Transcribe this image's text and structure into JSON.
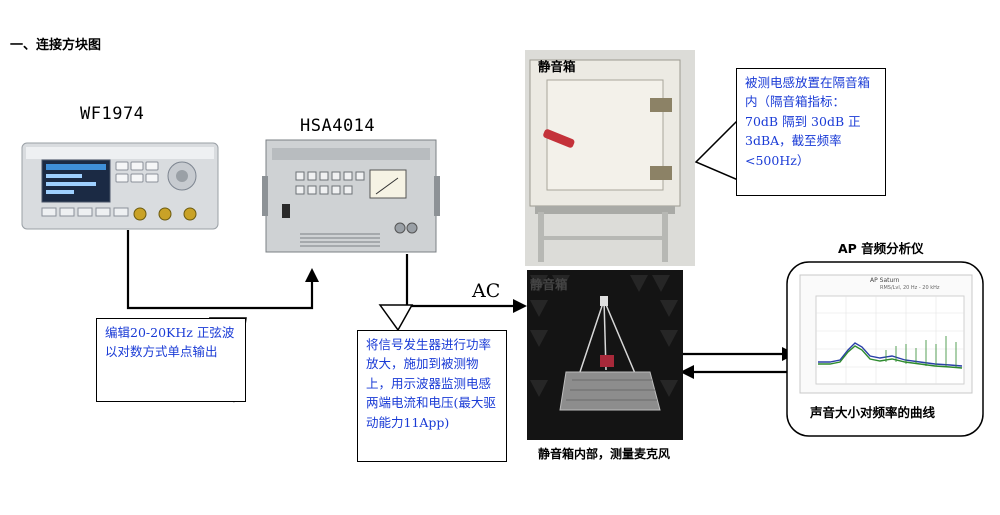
{
  "heading": "一、连接方块图",
  "devices": {
    "generator": {
      "label": "WF1974"
    },
    "amplifier": {
      "label": "HSA4014"
    }
  },
  "box_photo": {
    "label": "静音箱"
  },
  "inner_photo": {
    "label": "静音箱",
    "caption": "静音箱内部，测量麦克风"
  },
  "analyzer": {
    "title": "AP 音频分析仪",
    "caption": "声音大小对频率的曲线",
    "screen_title": "AP Saturn",
    "screen_sub": "RMS/Lvl, 20 Hz - 20 kHz"
  },
  "signal_label": "AC",
  "callouts": {
    "generator_note": "编辑20-20KHz 正弦波以对数方式单点输出",
    "amplifier_note": "将信号发生器进行功率放大，施加到被测物上，用示波器监测电感两端电流和电压(最大驱动能力11App)",
    "box_note": "被测电感放置在隔音箱内（隔音箱指标：70dB 隔到 30dB 正 3dBA，截至频率<500Hz）"
  },
  "colors": {
    "callout_text": "#1a3bd6",
    "curve_green": "#2d8a2d",
    "curve_blue": "#2a3fa8"
  }
}
